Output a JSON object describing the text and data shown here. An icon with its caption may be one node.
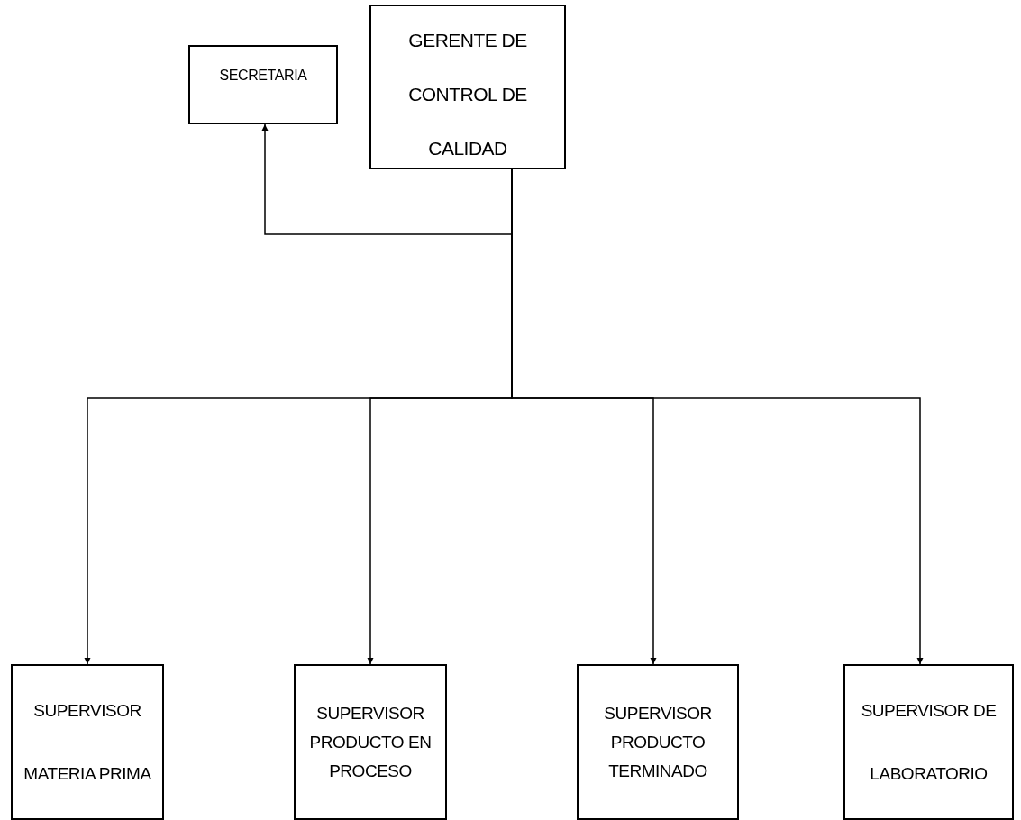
{
  "diagram": {
    "nodes": [
      {
        "text": [
          "SECRETARIA"
        ]
      },
      {
        "text": [
          "GERENTE DE CONTROL DE CALIDAD"
        ]
      },
      {
        "text": [
          "SUPERVISOR MATERIA PRIMA"
        ]
      },
      {
        "text": [
          "SUPERVISOR PRODUCTO EN PROCESO"
        ]
      },
      {
        "text": [
          "SUPERVISOR PRODUCTO TERMINADO"
        ]
      },
      {
        "text": [
          "SUPERVISOR DE LABORATORIO"
        ]
      }
    ],
    "edges": [
      {
        "from": 1,
        "to": 0,
        "arrow": "to"
      },
      {
        "from": 1,
        "to": 2,
        "arrow": "to"
      },
      {
        "from": 1,
        "to": 3,
        "arrow": "to"
      },
      {
        "from": 1,
        "to": 4,
        "arrow": "to"
      },
      {
        "from": 1,
        "to": 5,
        "arrow": "to"
      }
    ]
  }
}
